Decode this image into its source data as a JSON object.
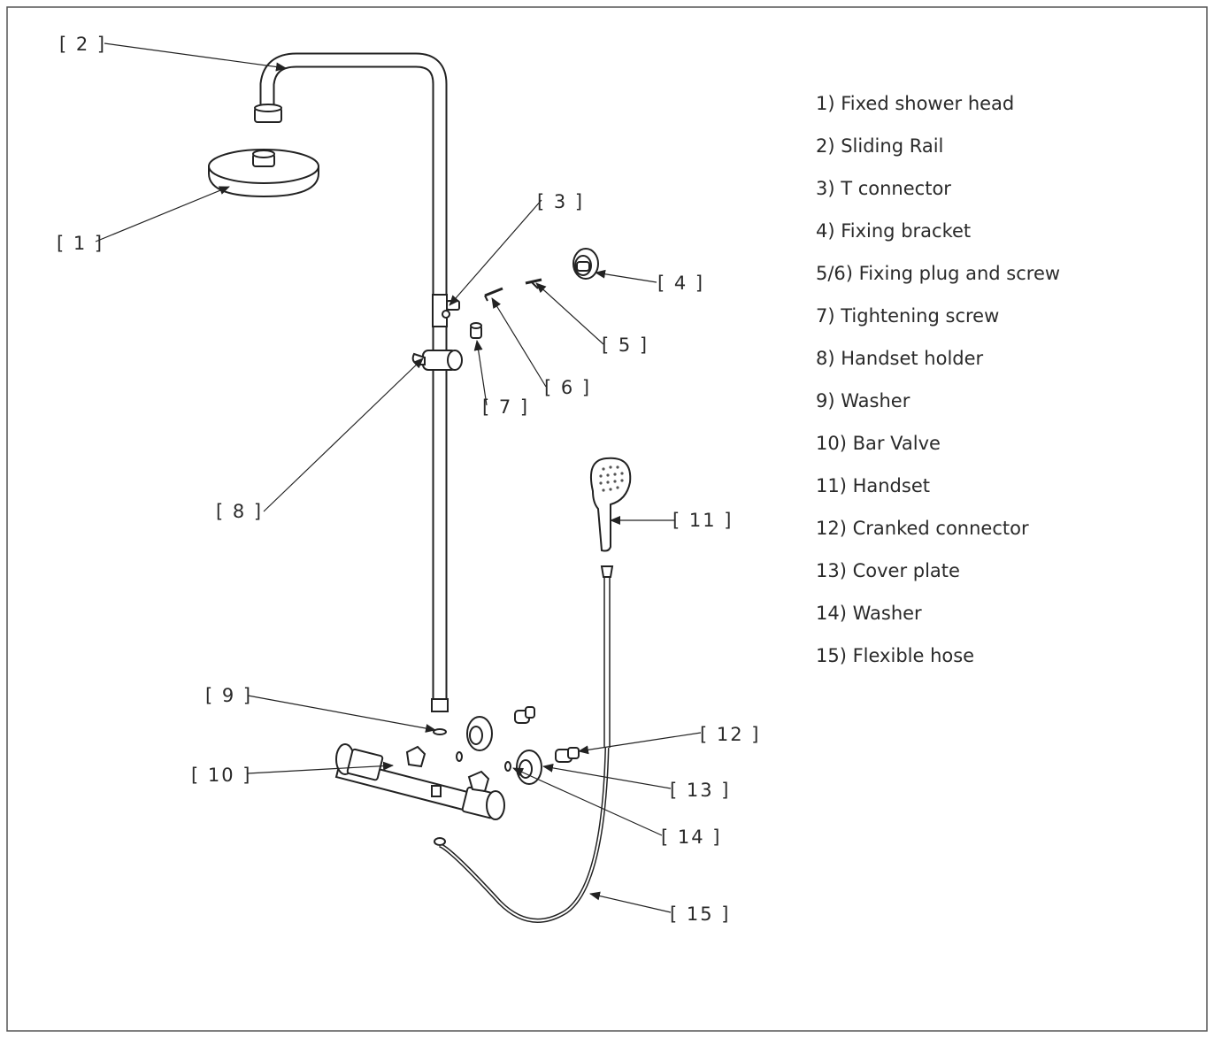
{
  "callouts": {
    "c1": "[ 1 ]",
    "c2": "[ 2 ]",
    "c3": "[ 3 ]",
    "c4": "[ 4 ]",
    "c5": "[ 5 ]",
    "c6": "[ 6 ]",
    "c7": "[ 7 ]",
    "c8": "[ 8 ]",
    "c9": "[ 9 ]",
    "c10": "[ 10 ]",
    "c11": "[ 11 ]",
    "c12": "[ 12 ]",
    "c13": "[ 13 ]",
    "c14": "[ 14 ]",
    "c15": "[ 15 ]"
  },
  "legend": [
    "1) Fixed shower head",
    "2) Sliding Rail",
    "3) T connector",
    "4) Fixing bracket",
    "5/6) Fixing plug and screw",
    "7) Tightening screw",
    "8) Handset holder",
    "9) Washer",
    "10) Bar Valve",
    "11) Handset",
    "12) Cranked connector",
    "13) Cover plate",
    "14) Washer",
    "15) Flexible hose"
  ]
}
